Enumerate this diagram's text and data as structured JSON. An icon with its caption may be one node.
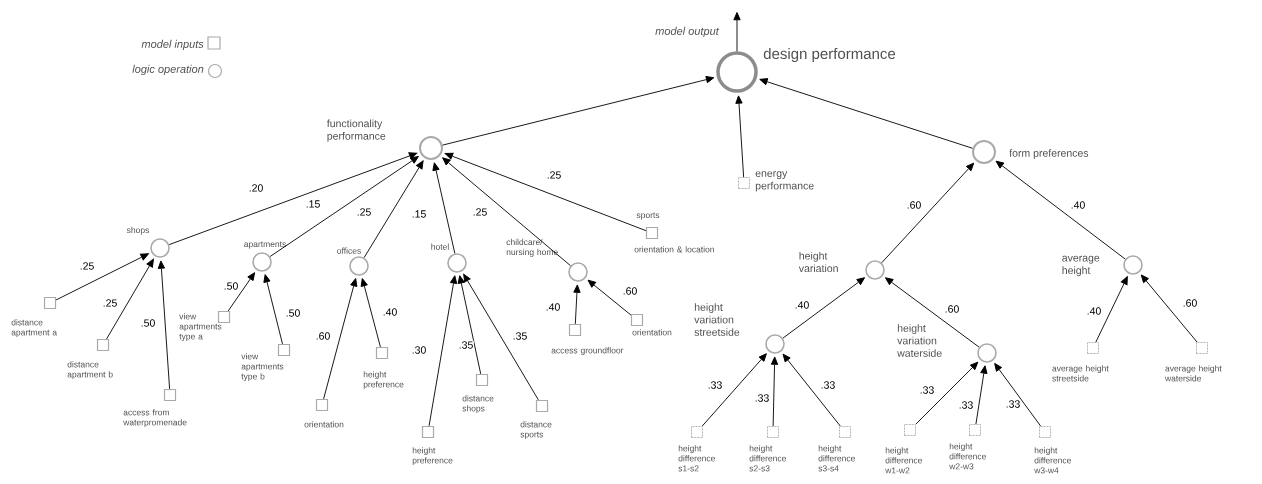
{
  "diagram": {
    "nodes": [
      {
        "text": [
          "design performance"
        ]
      },
      {
        "text": [
          "functionality performance"
        ]
      },
      {
        "text": [
          "energy performance"
        ]
      },
      {
        "text": [
          "form preferences"
        ]
      },
      {
        "text": [
          "shops"
        ]
      },
      {
        "text": [
          "apartments"
        ]
      },
      {
        "text": [
          "offices"
        ]
      },
      {
        "text": [
          "hotel"
        ]
      },
      {
        "text": [
          "childcare/ nursing home"
        ]
      },
      {
        "text": [
          "sports",
          "orientation & location"
        ]
      },
      {
        "text": [
          "distance apartment a"
        ]
      },
      {
        "text": [
          "distance apartment b"
        ]
      },
      {
        "text": [
          "access from waterpromenade"
        ]
      },
      {
        "text": [
          "view apartments type a"
        ]
      },
      {
        "text": [
          "view apartments type b"
        ]
      },
      {
        "text": [
          "orientation"
        ]
      },
      {
        "text": [
          "height preference"
        ]
      },
      {
        "text": [
          "height preference"
        ]
      },
      {
        "text": [
          "distance shops"
        ]
      },
      {
        "text": [
          "distance sports"
        ]
      },
      {
        "text": [
          "access groundfloor"
        ]
      },
      {
        "text": [
          "orientation"
        ]
      },
      {
        "text": [
          "height variation"
        ]
      },
      {
        "text": [
          "average height"
        ]
      },
      {
        "text": [
          "height variation streetside"
        ]
      },
      {
        "text": [
          "height variation waterside"
        ]
      },
      {
        "text": [
          "height difference s1-s2"
        ]
      },
      {
        "text": [
          "height difference s2-s3"
        ]
      },
      {
        "text": [
          "height difference s3-s4"
        ]
      },
      {
        "text": [
          "height difference w1-w2"
        ]
      },
      {
        "text": [
          "height difference w2-w3"
        ]
      },
      {
        "text": [
          "height difference w3-w4"
        ]
      },
      {
        "text": [
          "average height streetside"
        ]
      },
      {
        "text": [
          "average height waterside"
        ]
      }
    ],
    "edges": [
      {
        "from": 1,
        "to": 0,
        "arrow": "to"
      },
      {
        "from": 2,
        "to": 0,
        "arrow": "to"
      },
      {
        "from": 3,
        "to": 0,
        "arrow": "to"
      },
      {
        "from": 4,
        "to": 1,
        "arrow": "to",
        "label": ".20"
      },
      {
        "from": 5,
        "to": 1,
        "arrow": "to",
        "label": ".15"
      },
      {
        "from": 6,
        "to": 1,
        "arrow": "to",
        "label": ".25"
      },
      {
        "from": 7,
        "to": 1,
        "arrow": "to",
        "label": ".15"
      },
      {
        "from": 8,
        "to": 1,
        "arrow": "to",
        "label": ".25"
      },
      {
        "from": 9,
        "to": 1,
        "arrow": "to",
        "label": ".25"
      },
      {
        "from": 10,
        "to": 4,
        "arrow": "to",
        "label": ".25"
      },
      {
        "from": 11,
        "to": 4,
        "arrow": "to",
        "label": ".25"
      },
      {
        "from": 12,
        "to": 4,
        "arrow": "to",
        "label": ".50"
      },
      {
        "from": 13,
        "to": 5,
        "arrow": "to",
        "label": ".50"
      },
      {
        "from": 14,
        "to": 5,
        "arrow": "to",
        "label": ".50"
      },
      {
        "from": 15,
        "to": 6,
        "arrow": "to",
        "label": ".60"
      },
      {
        "from": 16,
        "to": 6,
        "arrow": "to",
        "label": ".40"
      },
      {
        "from": 17,
        "to": 7,
        "arrow": "to",
        "label": ".30"
      },
      {
        "from": 18,
        "to": 7,
        "arrow": "to",
        "label": ".35"
      },
      {
        "from": 19,
        "to": 7,
        "arrow": "to",
        "label": ".35"
      },
      {
        "from": 20,
        "to": 8,
        "arrow": "to",
        "label": ".40"
      },
      {
        "from": 21,
        "to": 8,
        "arrow": "to",
        "label": ".60"
      },
      {
        "from": 22,
        "to": 3,
        "arrow": "to",
        "label": ".60"
      },
      {
        "from": 23,
        "to": 3,
        "arrow": "to",
        "label": ".40"
      },
      {
        "from": 24,
        "to": 22,
        "arrow": "to",
        "label": ".40"
      },
      {
        "from": 25,
        "to": 22,
        "arrow": "to",
        "label": ".60"
      },
      {
        "from": 26,
        "to": 24,
        "arrow": "to",
        "label": ".33"
      },
      {
        "from": 27,
        "to": 24,
        "arrow": "to",
        "label": ".33"
      },
      {
        "from": 28,
        "to": 24,
        "arrow": "to",
        "label": ".33"
      },
      {
        "from": 29,
        "to": 25,
        "arrow": "to",
        "label": ".33"
      },
      {
        "from": 30,
        "to": 25,
        "arrow": "to",
        "label": ".33"
      },
      {
        "from": 31,
        "to": 25,
        "arrow": "to",
        "label": ".33"
      },
      {
        "from": 32,
        "to": 23,
        "arrow": "to",
        "label": ".40"
      },
      {
        "from": 33,
        "to": 23,
        "arrow": "to",
        "label": ".60"
      },
      {
        "from": 0,
        "to": null,
        "arrow": "to",
        "label": "model output"
      }
    ],
    "legend": [
      {
        "text": "model inputs"
      },
      {
        "text": "logic operation"
      }
    ]
  }
}
